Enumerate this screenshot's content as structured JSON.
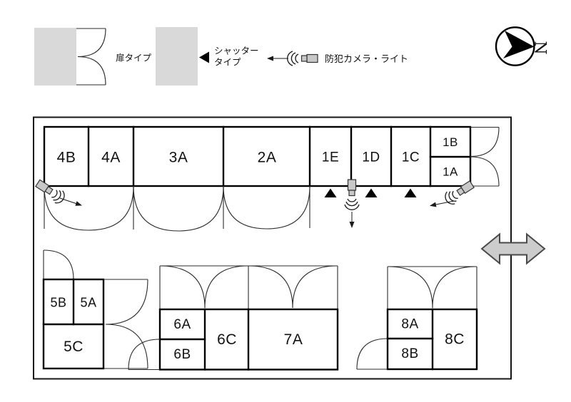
{
  "legend": {
    "door_type_label": "扉タイプ",
    "shutter_type_label_line1": "シャッター",
    "shutter_type_label_line2": "タイプ",
    "camera_label": "防犯カメラ・ライト"
  },
  "compass": {
    "north_label": "N"
  },
  "plan": {
    "top_row_units": [
      {
        "label": "4B"
      },
      {
        "label": "4A"
      },
      {
        "label": "3A"
      },
      {
        "label": "2A"
      },
      {
        "label": "1E"
      },
      {
        "label": "1D"
      },
      {
        "label": "1C"
      }
    ],
    "corner_units": [
      {
        "label": "1B"
      },
      {
        "label": "1A"
      }
    ],
    "block5_units": [
      {
        "label": "5B"
      },
      {
        "label": "5A"
      },
      {
        "label": "5C"
      }
    ],
    "block67_units": [
      {
        "label": "6A"
      },
      {
        "label": "6B"
      },
      {
        "label": "6C"
      },
      {
        "label": "7A"
      }
    ],
    "block8_units": [
      {
        "label": "8A"
      },
      {
        "label": "8B"
      },
      {
        "label": "8C"
      }
    ]
  },
  "colors": {
    "swatch_gray": "#d9d9d9",
    "camera_gray": "#c8c8c8",
    "entrance_arrow_gray": "#cccccc",
    "line_black": "#111111"
  }
}
